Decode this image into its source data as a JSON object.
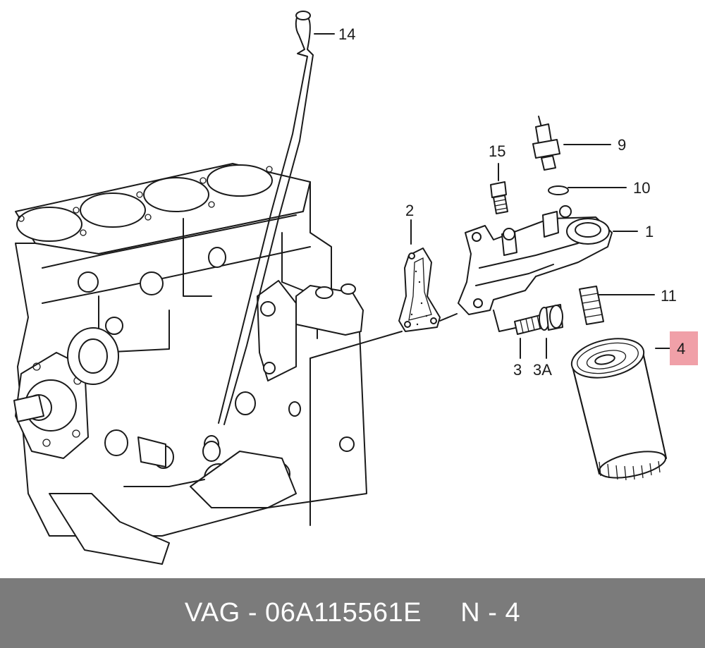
{
  "diagram": {
    "callouts": [
      {
        "id": "14",
        "label": "14"
      },
      {
        "id": "15",
        "label": "15"
      },
      {
        "id": "9",
        "label": "9"
      },
      {
        "id": "10",
        "label": "10"
      },
      {
        "id": "2",
        "label": "2"
      },
      {
        "id": "1",
        "label": "1"
      },
      {
        "id": "11",
        "label": "11"
      },
      {
        "id": "4",
        "label": "4",
        "highlighted": true
      },
      {
        "id": "3",
        "label": "3"
      },
      {
        "id": "3A",
        "label": "3A"
      }
    ],
    "highlight_color": "#f0a0a8"
  },
  "footer": {
    "brand": "VAG",
    "part_number": "06A115561E",
    "position": "N - 4",
    "text": "VAG - 06A115561E     N - 4",
    "background": "#7b7b7b"
  }
}
